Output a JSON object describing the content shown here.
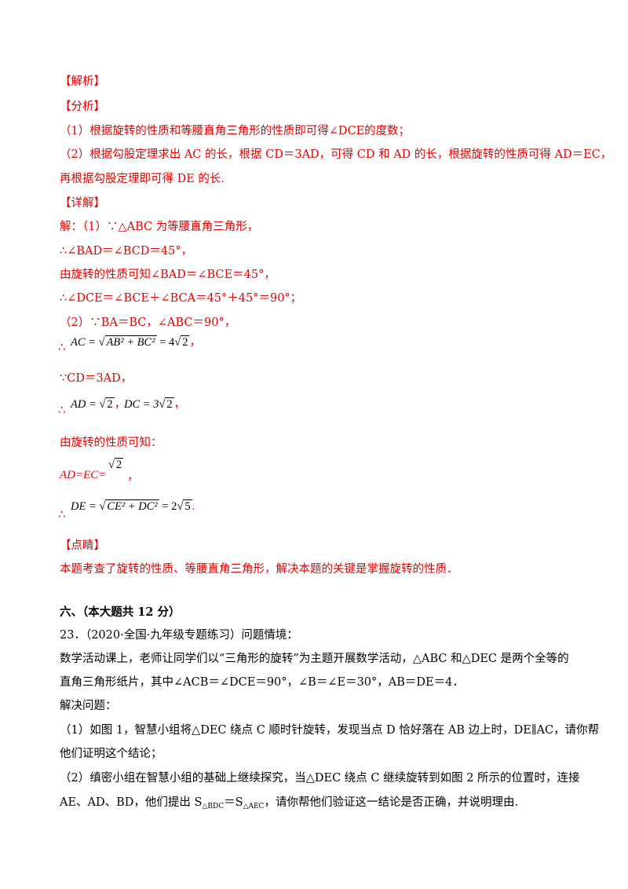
{
  "jiexi": "【解析】",
  "fenxi": "【分析】",
  "analysis_1": "（1）根据旋转的性质和等腰直角三角形的性质即可得∠DCE的度数；",
  "analysis_2a": "（2）根据勾股定理求出 AC 的长，根据 CD＝3AD，可得 CD 和 AD 的长，根据旋转的性质可得 AD＝EC，",
  "analysis_2b": "再根据勾股定理即可得 DE 的长.",
  "xiangjie": "【详解】",
  "s1": "解：（1）∵△ABC 为等腰直角三角形，",
  "s2": "∴∠BAD＝∠BCD＝45°，",
  "s3": "由旋转的性质可知∠BAD＝∠BCE＝45°，",
  "s4": "∴∠DCE＝∠BCE＋∠BCA＝45°＋45°＝90°；",
  "s5": "（2）∵BA＝BC，∠ABC＝90°，",
  "therefore": "∴",
  "f_ac_left": "AC = ",
  "f_ac_rad": "AB² + BC²",
  "f_ac_right": " = 4",
  "f_ac_rad2": "2",
  "comma": "，",
  "s6": "∵CD＝3AD，",
  "f_ad_left": "AD = ",
  "f_ad_rad": "2",
  "f_dc_left": "DC = 3",
  "f_dc_rad": "2",
  "s7": "由旋转的性质可知：",
  "s8": "AD=EC=",
  "f_ec_rad": "2",
  "f_de_left": "DE = ",
  "f_de_rad": "CE² + DC²",
  "f_de_right": " = 2",
  "f_de_rad2": "5",
  "period": ".",
  "dianjing": "【点睛】",
  "comment": "本题考查了旋转的性质、等腰直角三角形，解决本题的关键是掌握旋转的性质．",
  "section6": "六、（本大题共 12 分）",
  "q23": "23．（2020·全国·九年级专题练习）问题情境：",
  "p1": "数学活动课上，老师让同学们以“三角形的旋转”为主题开展数学活动，△ABC 和△DEC 是两个全等的",
  "p2": "直角三角形纸片，其中∠ACB＝∠DCE＝90°，∠B＝∠E＝30°，AB＝DE＝4．",
  "p3": "解决问题：",
  "p4": "（1）如图 1，智慧小组将△DEC 绕点 C 顺时针旋转，发现当点 D 恰好落在 AB 边上时，DE∥AC，请你帮",
  "p5": "他们证明这个结论；",
  "p6": "（2）缜密小组在智慧小组的基础上继续探究，当△DEC 绕点 C 继续旋转到如图 2 所示的位置时，连接",
  "p7a": "AE、AD、BD，他们提出 S",
  "p7s1": "△BDC",
  "p7b": "＝S",
  "p7s2": "△AEC",
  "p7c": "，请你帮他们验证这一结论是否正确，并说明理由."
}
